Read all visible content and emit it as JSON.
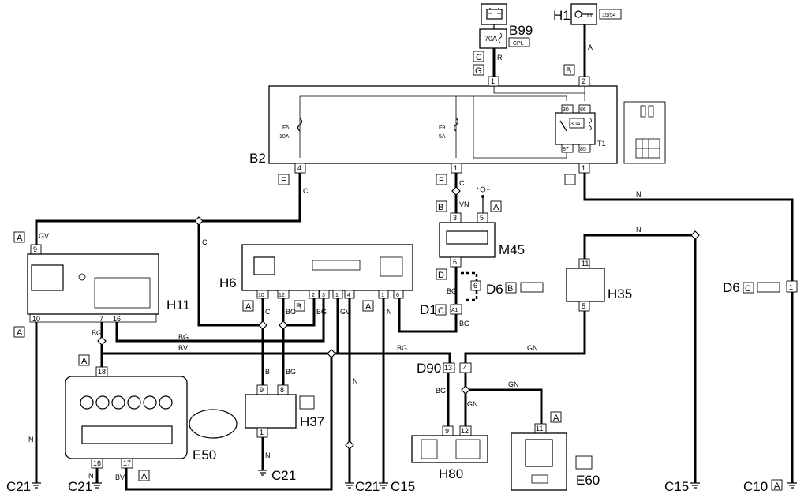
{
  "components": {
    "b99": "B99",
    "b99_amp": "70A",
    "b99_tag": "CPL",
    "h1": "H1",
    "h1_tag": "15/54",
    "b2": "B2",
    "f5": "F5",
    "f5_amp": "10A",
    "f9": "F9",
    "f9_amp": "5A",
    "t1": "T1",
    "t1_amp": "30A",
    "m45": "M45",
    "h11": "H11",
    "h6": "H6",
    "h35": "H35",
    "h37": "H37",
    "e50": "E50",
    "d90": "D90",
    "h80": "H80",
    "e60": "E60",
    "d6": "D6",
    "d1": "D1"
  },
  "connector_letters": {
    "c": "C",
    "g": "G",
    "b": "B",
    "f": "F",
    "i": "I",
    "a": "A",
    "d": "D"
  },
  "pins": {
    "p1": "1",
    "p2": "2",
    "p3": "3",
    "p4": "4",
    "p5": "5",
    "p6": "6",
    "p7": "7",
    "p8": "8",
    "p9": "9",
    "p10": "10",
    "p11": "11",
    "p12": "12",
    "p13": "13",
    "p16": "16",
    "p17": "17",
    "p18": "18",
    "p30": "30",
    "p85": "85",
    "p86": "86",
    "p87": "87",
    "a1": "A1"
  },
  "wire_colors": {
    "r": "R",
    "a": "A",
    "c": "C",
    "n": "N",
    "vn": "VN",
    "gv": "GV",
    "bg": "BG",
    "bv": "BV",
    "gn": "GN",
    "b": "B"
  },
  "grounds": {
    "c21": "C21",
    "c15": "C15",
    "c10": "C10"
  },
  "icons": {
    "battery": "battery-icon",
    "key": "ignition-key-icon",
    "lamp": "lamp-icon",
    "heater": "heater-icon",
    "display": "display-icon"
  }
}
